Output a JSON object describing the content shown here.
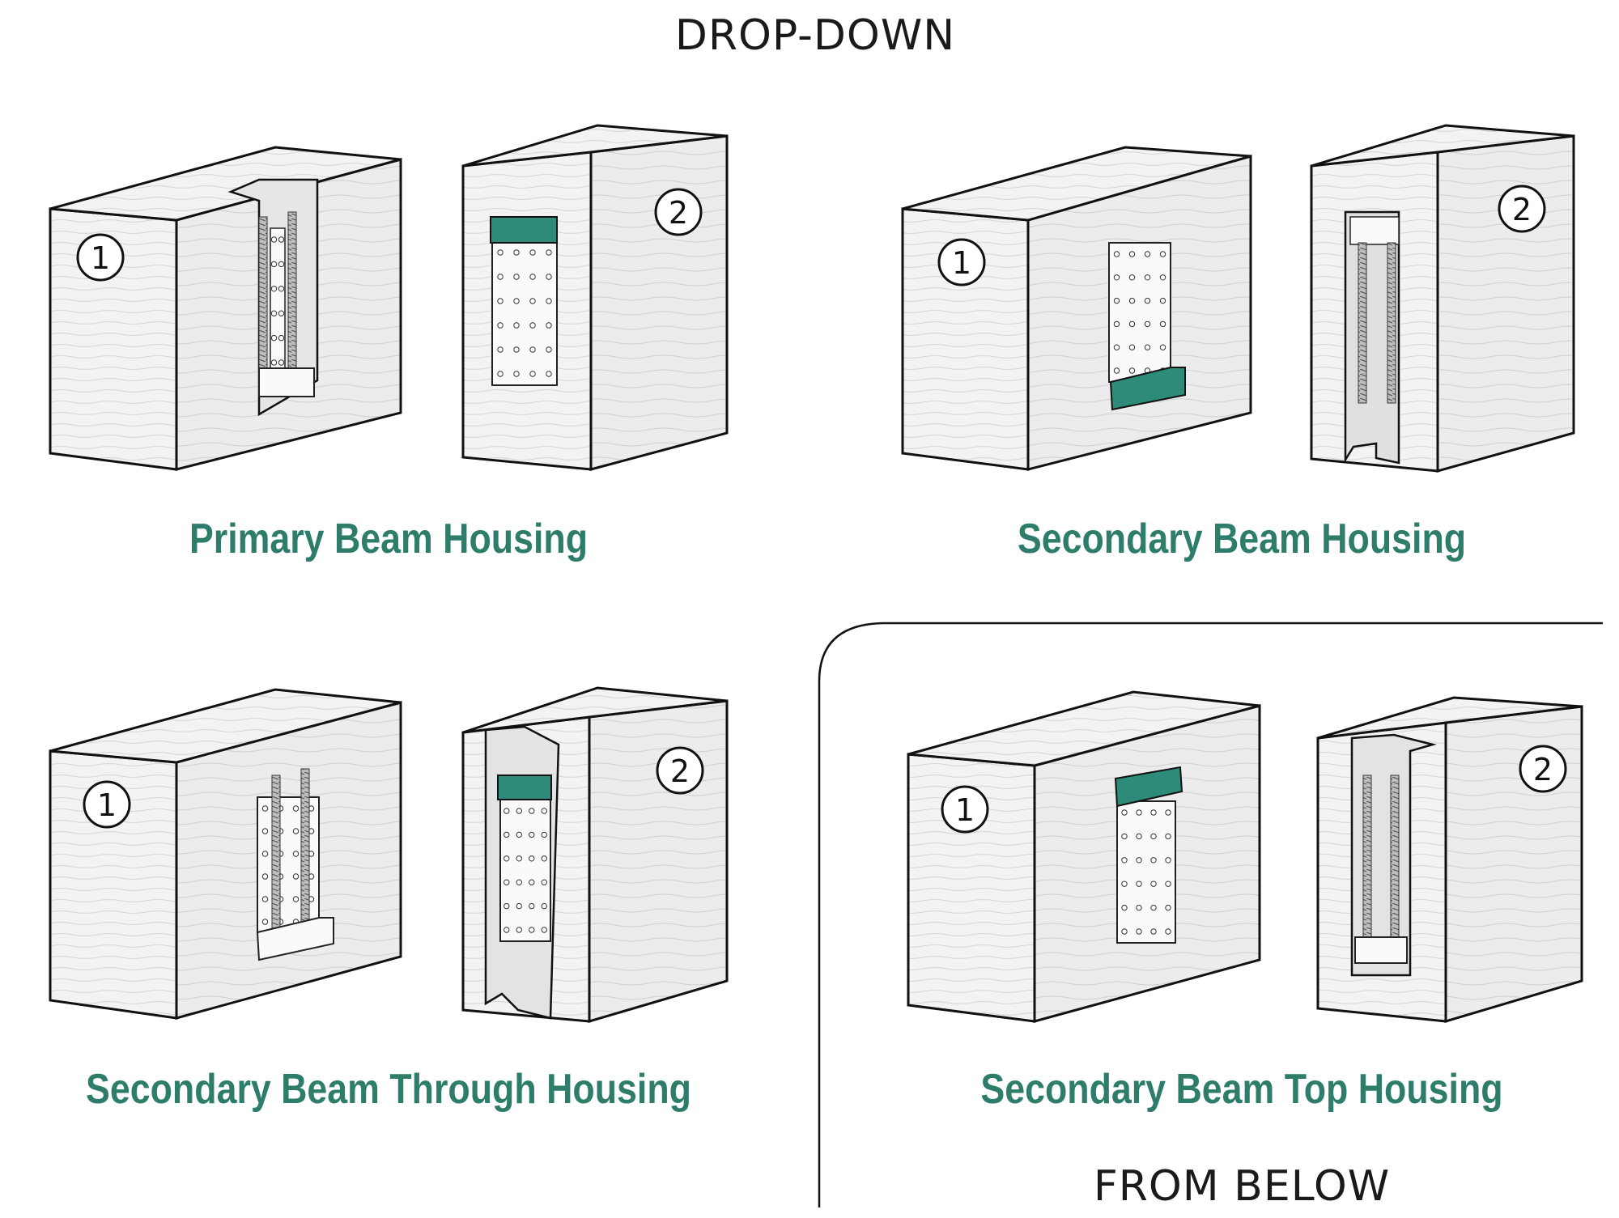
{
  "title_top": "DROP-DOWN",
  "title_bottom": "FROM BELOW",
  "colors": {
    "accent": "#2e8b7a",
    "caption": "#2e7d6b",
    "wood": "#f2f2f2",
    "line": "#111111"
  },
  "panels": [
    {
      "caption": "Primary Beam Housing",
      "left_marker": "1",
      "right_marker": "2"
    },
    {
      "caption": "Secondary Beam Housing",
      "left_marker": "1",
      "right_marker": "2"
    },
    {
      "caption": "Secondary Beam Through Housing",
      "left_marker": "1",
      "right_marker": "2"
    },
    {
      "caption": "Secondary Beam Top Housing",
      "left_marker": "1",
      "right_marker": "2"
    }
  ]
}
